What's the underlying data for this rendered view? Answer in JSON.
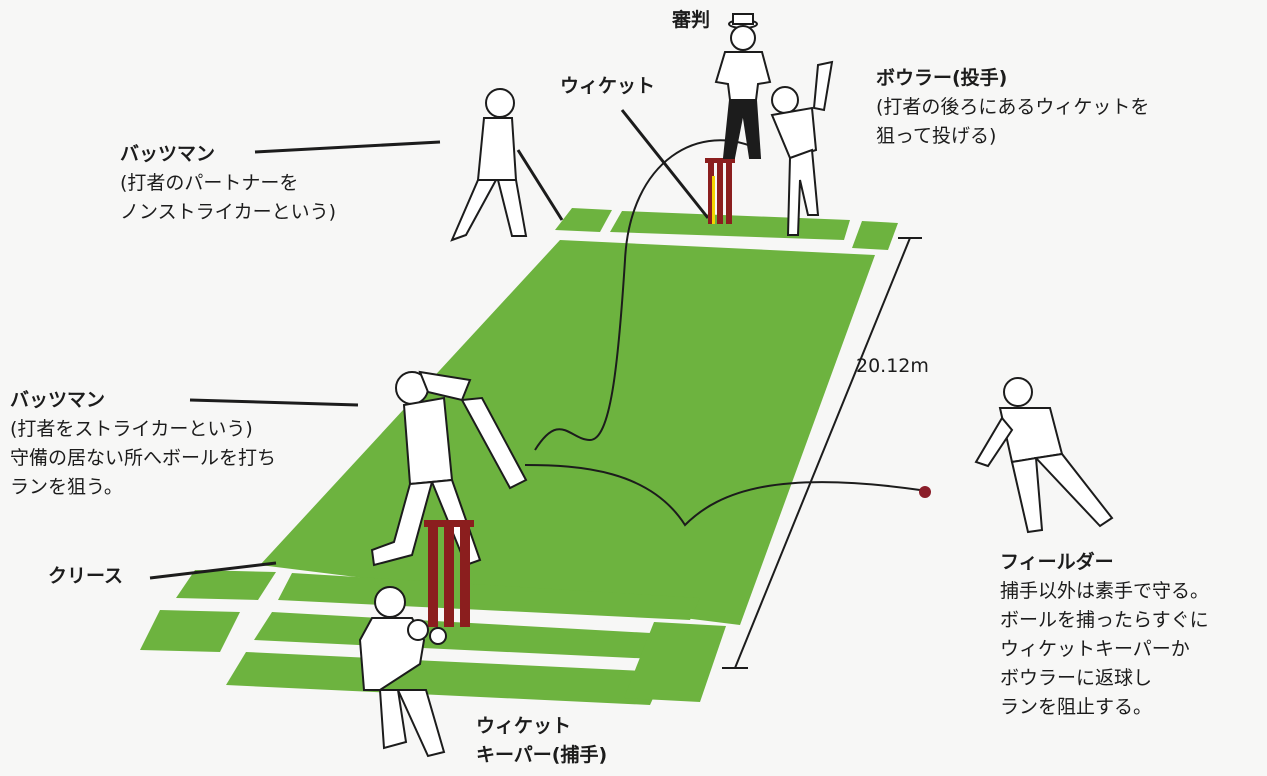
{
  "labels": {
    "umpire": "審判",
    "wicket": "ウィケット",
    "bowler": {
      "title": "ボウラー(投手)",
      "lines": [
        "(打者の後ろにあるウィケットを",
        "狙って投げる)"
      ]
    },
    "non_striker": {
      "title": "バッツマン",
      "lines": [
        "(打者のパートナーを",
        "ノンストライカーという)"
      ]
    },
    "striker": {
      "title": "バッツマン",
      "lines": [
        "(打者をストライカーという)",
        "守備の居ない所へボールを打ち",
        "ランを狙う。"
      ]
    },
    "crease": "クリース",
    "pitch_length": "20.12m",
    "fielder": {
      "title": "フィールダー",
      "lines": [
        "捕手以外は素手で守る。",
        "ボールを捕ったらすぐに",
        "ウィケットキーパーか",
        "ボウラーに返球し",
        "ランを阻止する。"
      ]
    },
    "keeper": {
      "title_line1": "ウィケット",
      "title_line2": "キーパー(捕手)"
    }
  },
  "colors": {
    "grass": "#6db33f",
    "grass_dark": "#5ea334",
    "crease_line": "#f4f4f2",
    "stump": "#8b1e1e",
    "ball": "#8b1e2a",
    "ink": "#1c1c1c"
  },
  "icons": [
    "umpire-figure",
    "bowler-figure",
    "non-striker-figure",
    "striker-figure",
    "fielder-figure",
    "keeper-figure",
    "ball-icon",
    "wicket-icon"
  ]
}
